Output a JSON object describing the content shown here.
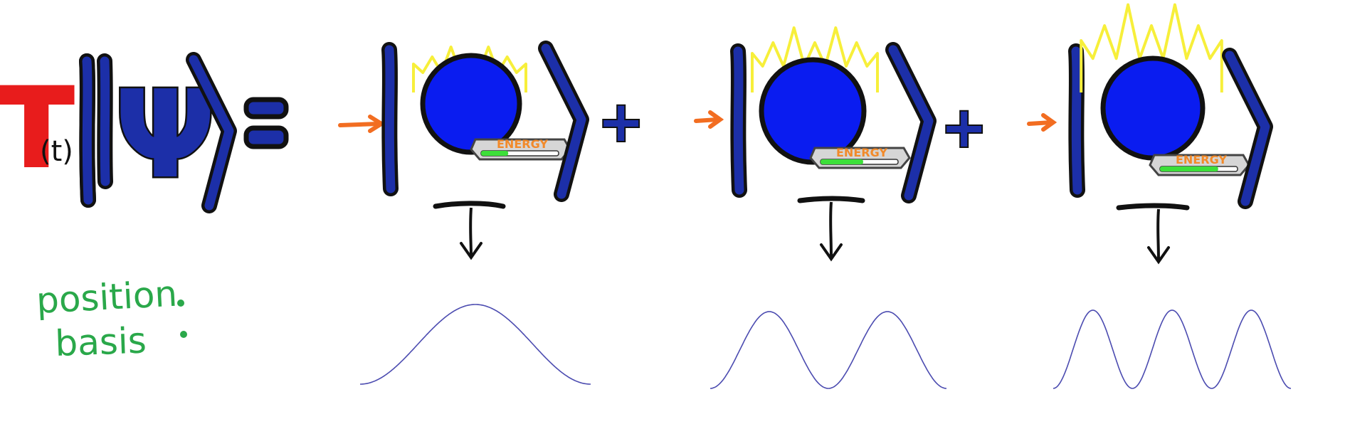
{
  "equation": {
    "operator_letter": "T",
    "time_argument": "(t)",
    "state_symbol": "Ψ",
    "plus_sign": "+"
  },
  "energy_label": "ENERGY",
  "basis_label": {
    "line1": "position",
    "line2": "basis"
  },
  "states": [
    {
      "energy_level": 0.35,
      "flame_scale": 0.5,
      "wave_peaks": 1
    },
    {
      "energy_level": 0.55,
      "flame_scale": 1.0,
      "wave_peaks": 2
    },
    {
      "energy_level": 0.75,
      "flame_scale": 1.6,
      "wave_peaks": 3
    }
  ],
  "colors": {
    "operator": "#e81c1c",
    "ink": "#1a1a1a",
    "ket_fill": "#1c2fa8",
    "ball": "#0a1cf0",
    "flame": "#f7ef3a",
    "arrow": "#f26d21",
    "energy_text": "#f28a2a",
    "energy_bar": "#3ddf3a",
    "basis_text": "#2aa84a",
    "wave": "#4b4bb0"
  }
}
